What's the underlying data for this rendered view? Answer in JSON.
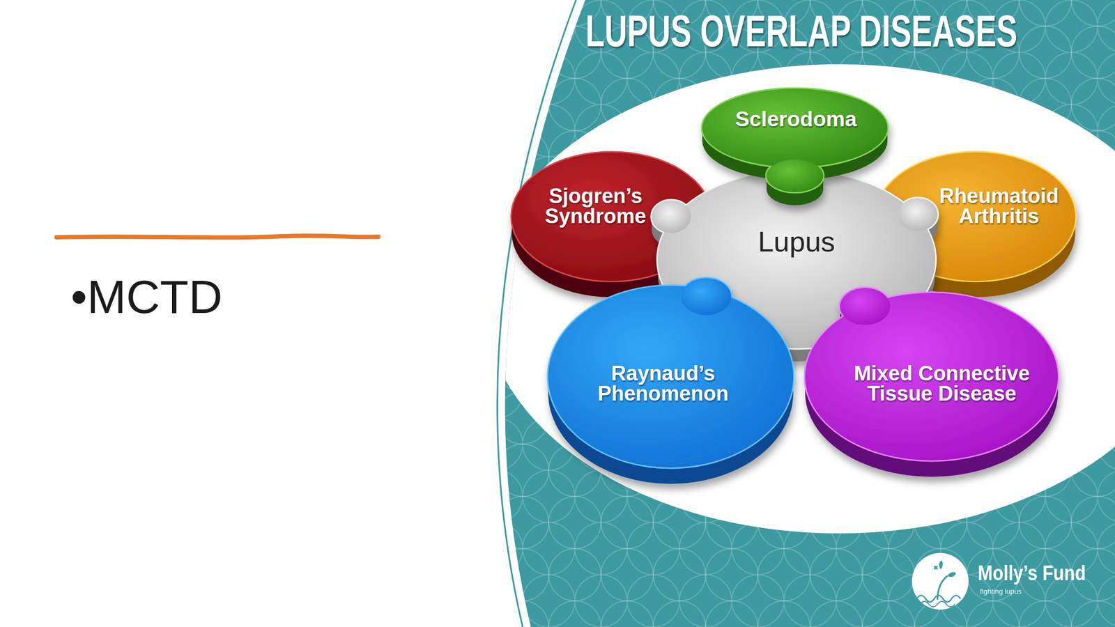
{
  "diagram": {
    "title": "LUPUS OVERLAP DISEASES",
    "nodes": [
      {
        "text": [
          "Sclerodoma"
        ]
      },
      {
        "text": [
          "Sjogren’s Syndrome"
        ]
      },
      {
        "text": [
          "Rheumatoid Arthritis"
        ]
      },
      {
        "text": [
          "Lupus"
        ]
      },
      {
        "text": [
          "Raynaud’s Phenomenon"
        ]
      },
      {
        "text": [
          "Mixed Connective Tissue Disease"
        ]
      }
    ],
    "labels": [
      "•MCTD",
      "Molly’s Fund",
      "fighting lupus"
    ]
  }
}
